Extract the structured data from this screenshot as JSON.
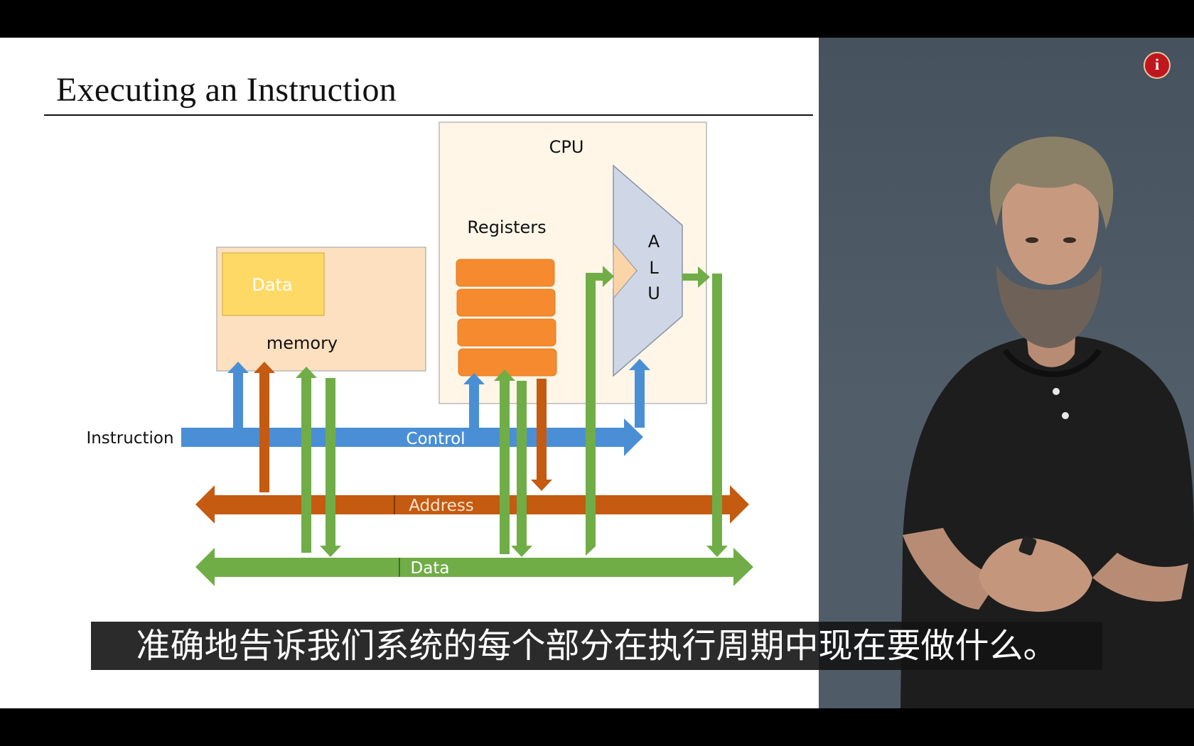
{
  "video": {
    "slide_title": "Executing an Instruction",
    "subtitle": "准确地告诉我们系统的每个部分在执行周期中现在要做什么。",
    "logo_icon": "university-seal-icon"
  },
  "diagram": {
    "cpu_label": "CPU",
    "registers_label": "Registers",
    "alu_letters": [
      "A",
      "L",
      "U"
    ],
    "memory_label": "memory",
    "memory_data_label": "Data",
    "instruction_label": "Instruction",
    "control_bus_label": "Control",
    "address_bus_label": "Address",
    "data_bus_label": "Data"
  },
  "colors": {
    "control": "#4a8fd6",
    "address": "#c55a11",
    "data": "#70ad47",
    "register": "#f58b2e",
    "memory_fill": "#fce0c0",
    "data_block": "#ffd966",
    "alu_fill": "#cfd7e6",
    "cpu_fill": "#fff6e8"
  }
}
